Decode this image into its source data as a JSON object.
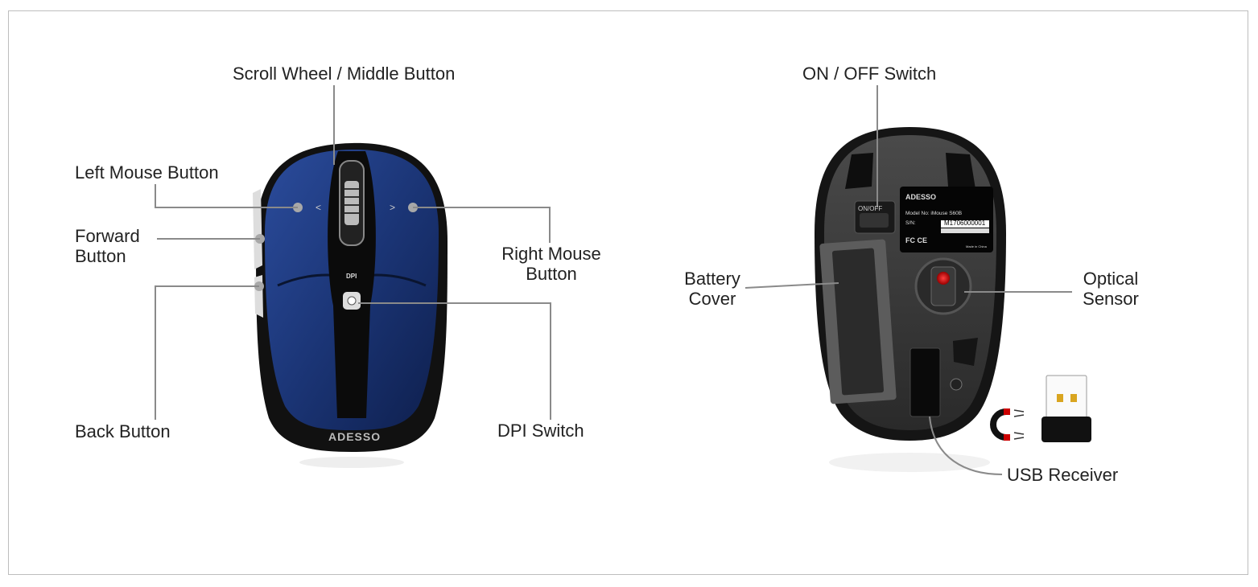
{
  "front_view": {
    "labels": {
      "scroll_wheel": "Scroll Wheel / Middle Button",
      "left_button": "Left Mouse Button",
      "forward_button": [
        "Forward",
        "Button"
      ],
      "back_button": "Back Button",
      "right_button": [
        "Right Mouse",
        "Button"
      ],
      "dpi_switch": "DPI Switch"
    },
    "mouse_markings": {
      "dpi": "DPI",
      "brand_logo": "ADESSO"
    }
  },
  "bottom_view": {
    "labels": {
      "on_off": "ON / OFF Switch",
      "battery_cover": [
        "Battery",
        "Cover"
      ],
      "optical_sensor": [
        "Optical",
        "Sensor"
      ],
      "usb_receiver": "USB Receiver"
    },
    "sticker": {
      "brand_logo": "ADESSO",
      "model": "Model No: iMouse S60B",
      "sn_label": "S/N:",
      "serial": "M1706000001",
      "certifications": "FC CE",
      "origin": "Made in China"
    },
    "switch_text": "ON/OFF"
  },
  "colors": {
    "mouse_blue": "#1f3a7a",
    "leader_line": "#8a8a8a",
    "sensor_red": "#e01010"
  }
}
